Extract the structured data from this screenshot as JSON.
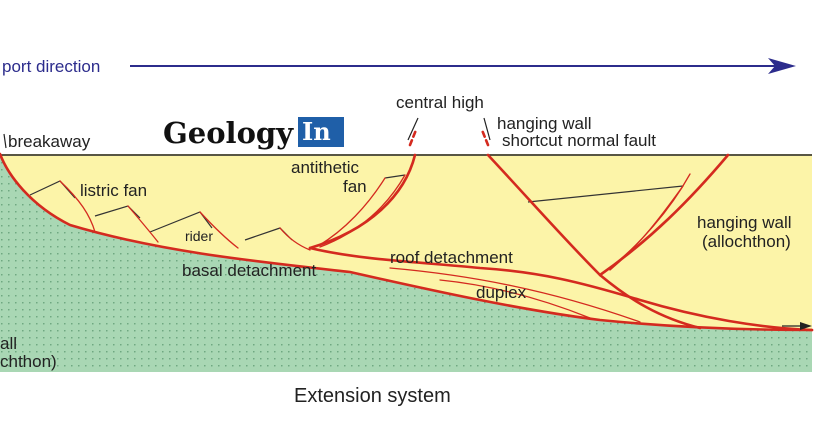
{
  "title": "Extension system",
  "transport_label": "port direction",
  "logo": {
    "text": "Geology",
    "box_text": "In"
  },
  "labels": {
    "breakaway": "breakaway",
    "listric_fan": "listric fan",
    "rider": "rider",
    "basal_detachment": "basal detachment",
    "antithetic_line1": "antithetic",
    "antithetic_line2": "fan",
    "central_high": "central high",
    "hanging_wall_fault_line1": "hanging wall",
    "hanging_wall_fault_line2": "shortcut normal fault",
    "roof_detachment": "roof detachment",
    "duplex": "duplex",
    "hanging_wall_right_line1": "hanging wall",
    "hanging_wall_right_line2": "(allochthon)",
    "footwall_left_line1": "all",
    "footwall_left_line2": "chthon)"
  },
  "colors": {
    "hanging_wall_fill": "#fcf4a8",
    "footwall_fill": "#a9d7b4",
    "fault": "#d42a1f",
    "arrow": "#2c2c8c",
    "logo_box": "#1f5fa8"
  }
}
